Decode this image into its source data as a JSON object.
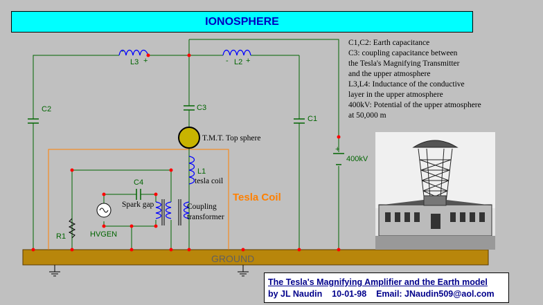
{
  "banner": {
    "title": "IONOSPHERE"
  },
  "notes": [
    "C1,C2: Earth capacitance",
    "C3: coupling capacitance between",
    "the Tesla's Magnifying Transmitter",
    "and the upper atmosphere",
    "L3,L4: Inductance of the conductive",
    "layer in the upper atmosphere",
    "400kV: Potential of the upper atmosphere",
    "at 50,000 m"
  ],
  "components": {
    "L3": "L3",
    "L2": "L2",
    "C2": "C2",
    "C3": "C3",
    "C1": "C1",
    "C4": "C4",
    "L1": "L1",
    "L1_desc": "tesla coil",
    "R1": "R1",
    "HVGEN": "HVGEN",
    "spark_gap": "Spark gap",
    "coupling_line1": "Coupling",
    "coupling_line2": "transformer",
    "top_sphere": "T.M.T. Top sphere",
    "voltage": "400kV",
    "tesla_coil": "Tesla Coil",
    "ground": "GROUND"
  },
  "polarity": {
    "plus": "+",
    "minus": "-"
  },
  "caption": {
    "title": "The Tesla's Magnifying Amplifier and the Earth model",
    "byline": "by JL Naudin    10-01-98    Email: JNaudin509@aol.com"
  },
  "colors": {
    "banner_bg": "#00ffff",
    "wire": "#006400",
    "node": "#ff0000",
    "coil": "#0000ff",
    "ground_bar": "#b8860b",
    "tesla_box": "#ff8000",
    "sphere": "#c8b400"
  }
}
